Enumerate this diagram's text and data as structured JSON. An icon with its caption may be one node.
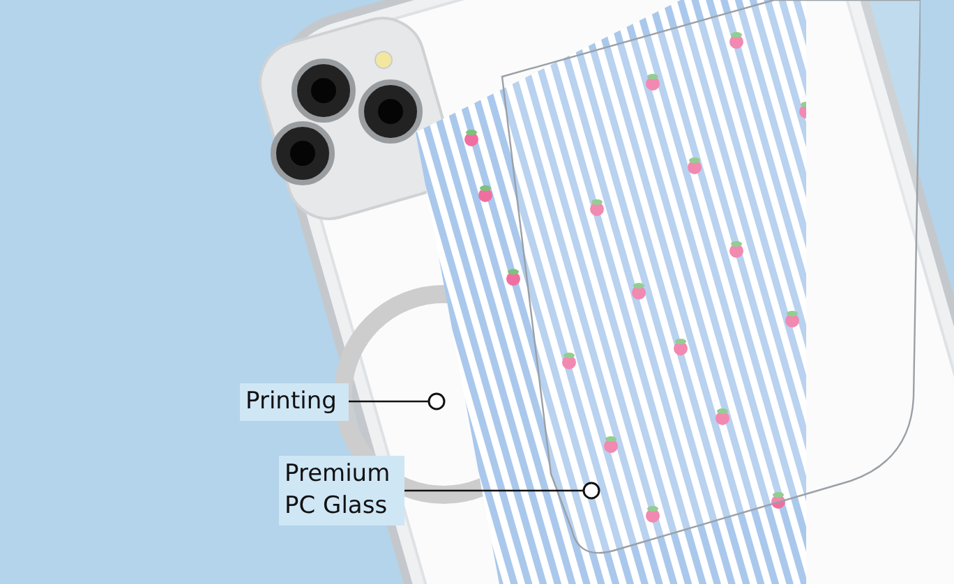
{
  "diagram": {
    "nodes": [
      {
        "text": [
          "Printing"
        ]
      },
      {
        "text": [],
        "shape": "picture"
      },
      {
        "text": [
          "Premium PC Glass"
        ]
      },
      {
        "text": [],
        "shape": "picture"
      }
    ],
    "edges": [
      {
        "from": 0,
        "to": 1,
        "arrow": "other"
      },
      {
        "from": 2,
        "to": 3,
        "arrow": "other"
      }
    ]
  }
}
